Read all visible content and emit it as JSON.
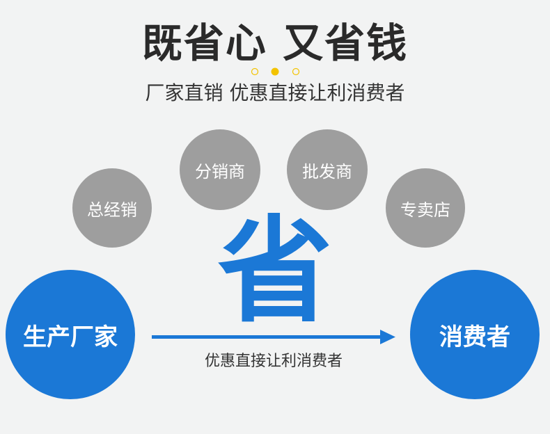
{
  "header": {
    "title": "既省心 又省钱",
    "subtitle": "厂家直销 优惠直接让利消费者"
  },
  "middlemen": [
    "总经销",
    "分销商",
    "批发商",
    "专卖店"
  ],
  "center_char": "省",
  "source": "生产厂家",
  "target": "消费者",
  "arrow_label": "优惠直接让利消费者",
  "colors": {
    "accent": "#1b78d6",
    "grey": "#9e9e9e",
    "gold": "#f3c300"
  }
}
